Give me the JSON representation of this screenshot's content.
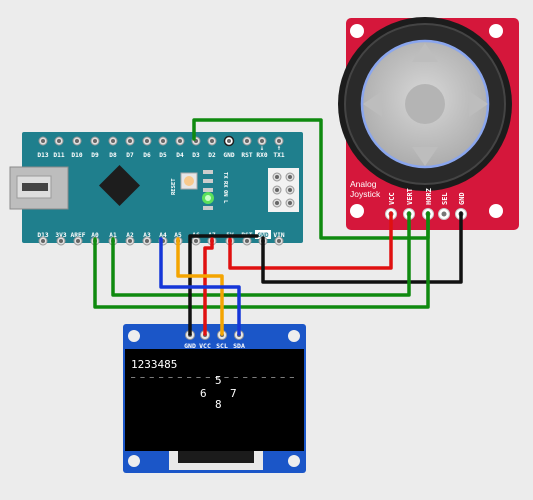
{
  "arduino": {
    "top_pins": [
      "D13",
      "D11",
      "D10",
      "D9",
      "D8",
      "D7",
      "D6",
      "D5",
      "D4",
      "D3",
      "D2",
      "GND",
      "RST",
      "RX0",
      "TX1"
    ],
    "top_extra": [
      "↓",
      "↑"
    ],
    "bottom_pins": [
      "D13",
      "3V3",
      "AREF",
      "A0",
      "A1",
      "A2",
      "A3",
      "A4",
      "A5",
      "A6",
      "A7",
      "5V",
      "RST",
      "GND",
      "VIN"
    ],
    "reset_label": "RESET",
    "led_labels": [
      "TX",
      "RX",
      "ON",
      "L"
    ]
  },
  "joystick": {
    "title_line1": "Analog",
    "title_line2": "Joystick",
    "pins": [
      "VCC",
      "VERT",
      "HORZ",
      "SEL",
      "GND"
    ]
  },
  "oled": {
    "pins": [
      "GND",
      "VCC",
      "SCL",
      "SDA"
    ],
    "line1": "1233485",
    "divider": "——————————————————",
    "num_top": "5",
    "num_left": "6",
    "num_right": "7",
    "num_bottom": "8"
  },
  "colors": {
    "board": "#1f7f8d",
    "joystick_pcb": "#d5173b",
    "oled_pcb": "#1b56c8",
    "wire_green": "#0f8a0f",
    "wire_red": "#e01010",
    "wire_black": "#111111",
    "wire_blue": "#1536d8",
    "wire_orange": "#f4a400"
  }
}
